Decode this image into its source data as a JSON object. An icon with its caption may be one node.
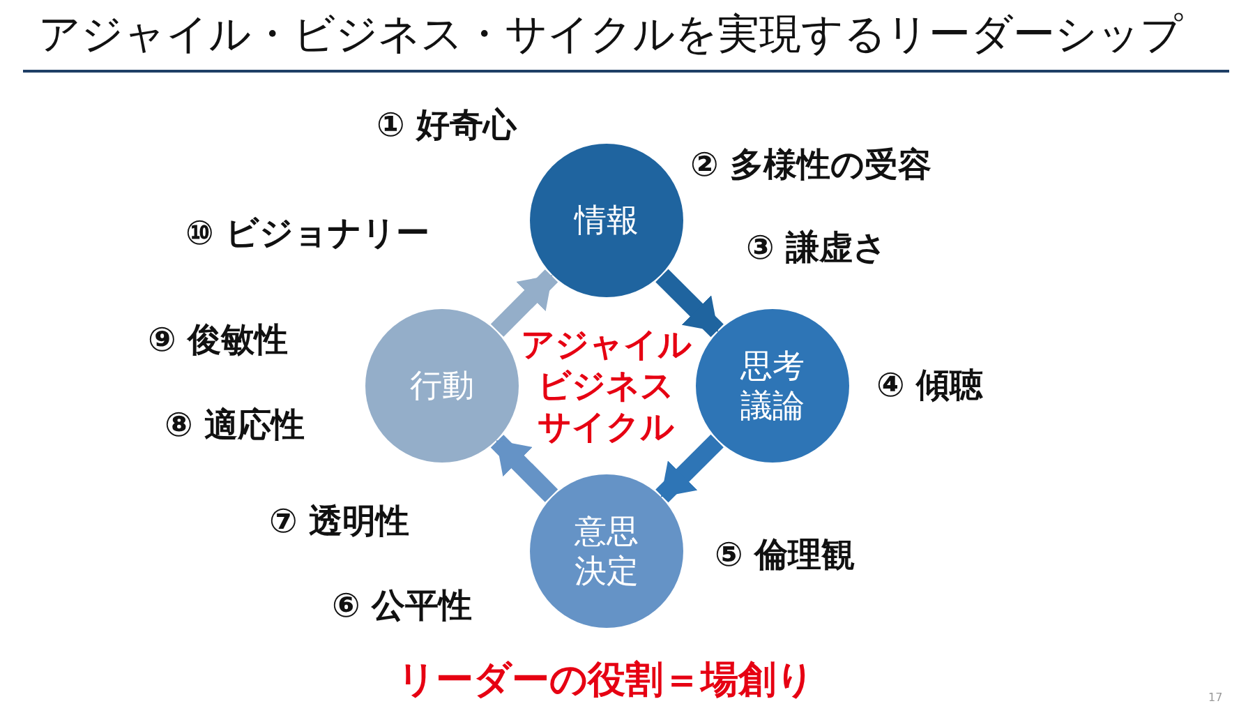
{
  "diagram": {
    "title": "アジャイル・ビジネス・サイクルを実現するリーダーシップ",
    "nodes": [
      {
        "text": [
          "情報"
        ]
      },
      {
        "text": [
          "思考議論"
        ]
      },
      {
        "text": [
          "意思決定"
        ]
      },
      {
        "text": [
          "行動"
        ]
      }
    ],
    "edges": [
      {
        "from": 0,
        "to": 1,
        "arrow": "to",
        "color": "#1f649f"
      },
      {
        "from": 1,
        "to": 2,
        "arrow": "to",
        "color": "#2e75b6"
      },
      {
        "from": 2,
        "to": 3,
        "arrow": "to",
        "color": "#6593c6"
      },
      {
        "from": 3,
        "to": 0,
        "arrow": "to",
        "color": "#94aec9"
      }
    ],
    "labels": [
      "① 好奇心",
      "② 多様性の受容",
      "③ 謙虚さ",
      "④ 傾聴",
      "⑤ 倫理観",
      "⑥ 公平性",
      "⑦ 透明性",
      "⑧ 適応性",
      "⑨ 俊敏性",
      "⑩ ビジョナリー",
      "アジャイル",
      "ビジネス",
      "サイクル",
      "17"
    ],
    "caption": "リーダーの役割＝場創り"
  }
}
